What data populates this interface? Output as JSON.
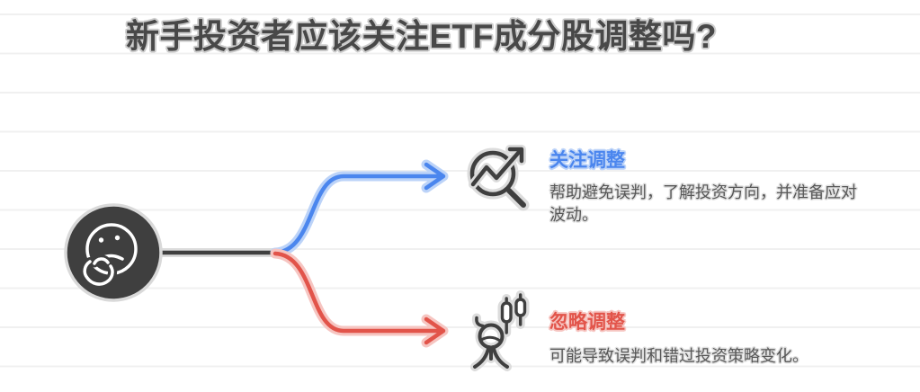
{
  "title": "新手投资者应该关注ETF成分股调整吗?",
  "center": {
    "icon": "thinking-face-icon"
  },
  "branches": {
    "focus": {
      "label": "关注调整",
      "description": "帮助避免误判，了解投资方向，并准备应对波动。",
      "icon": "magnifier-trend-icon"
    },
    "ignore": {
      "label": "忽略调整",
      "description": "可能导致误判和错过投资策略变化。",
      "icon": "person-ignoring-chart-icon"
    }
  },
  "colors": {
    "title_ink": "#484848",
    "title_halo": "#cdcdcd",
    "ink_dark": "#3f3f3f",
    "ink_halo": "#dcdcdc",
    "desc_ink": "#575757",
    "desc_halo": "#e0e0e0",
    "focus_accent": "#4b86ee",
    "focus_halo": "#bcd3f8",
    "ignore_accent": "#e2544a",
    "ignore_halo": "#f6c5c1",
    "ruled_line": "#f0f0f0",
    "background": "#ffffff"
  }
}
